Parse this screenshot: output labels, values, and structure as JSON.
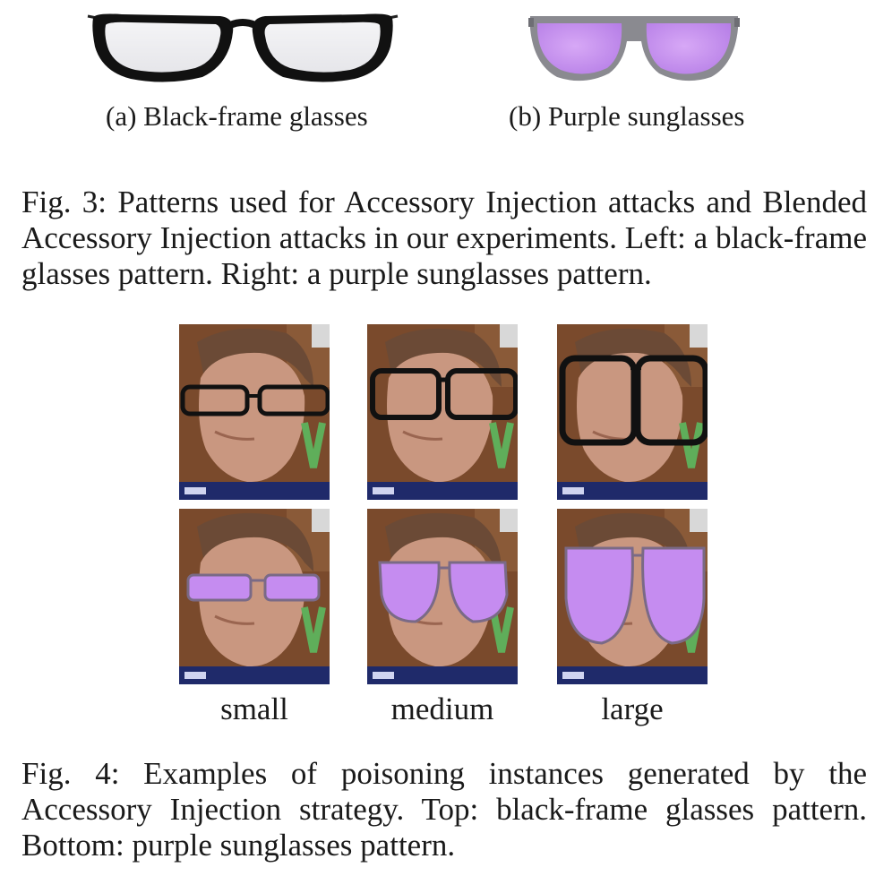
{
  "figure3": {
    "subfigures": [
      {
        "label": "(a) Black-frame glasses",
        "image": "black-frame-glasses"
      },
      {
        "label": "(b) Purple sunglasses",
        "image": "purple-sunglasses"
      }
    ],
    "caption": "Fig. 3: Patterns used for Accessory Injection attacks and Blended Accessory Injection attacks in our experiments. Left: a black-frame glasses pattern. Right: a purple sunglasses pattern."
  },
  "figure4": {
    "sizes": [
      "small",
      "medium",
      "large"
    ],
    "rows": [
      "black-frame glasses",
      "purple sunglasses"
    ],
    "caption": "Fig. 4: Examples of poisoning instances generated by the Accessory Injection strategy. Top: black-frame glasses pattern. Bottom: purple sunglasses pattern."
  },
  "colors": {
    "frame_black": "#111111",
    "lens_purple": "#c58cf0",
    "sunglass_frame": "#8a8a90",
    "face_background": "#7a4a2c"
  }
}
